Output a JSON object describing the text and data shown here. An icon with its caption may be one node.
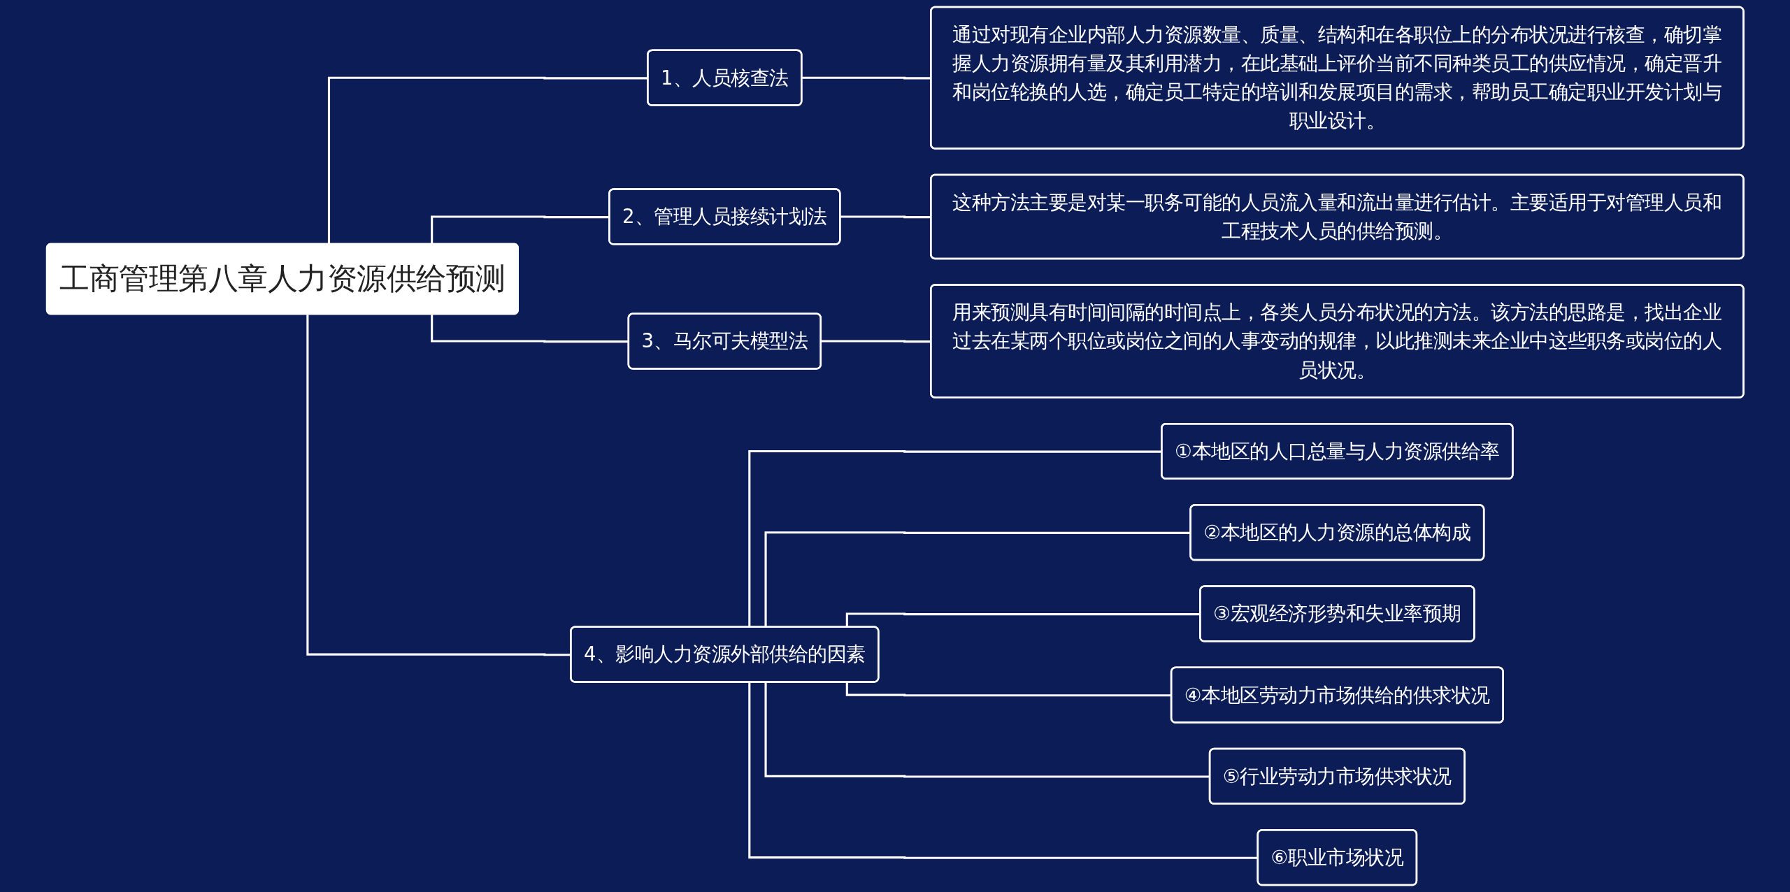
{
  "diagram": {
    "nodes": [
      {
        "text": [
          "工商管理第八章人力资源供给预测"
        ]
      },
      {
        "text": [
          "1、人员核查法"
        ]
      },
      {
        "text": [
          "通过对现有企业内部人力资源数量、质量、结构和在各职位上的分布状况进行核查，确切掌握人力资源拥有量及其利用潜力，在此基础上评价当前不同种类员工的供应情况，确定晋升和岗位轮换的人选，确定员工特定的培训和发展项目的需求，帮助员工确定职业开发计划与职业设计。"
        ]
      },
      {
        "text": [
          "2、管理人员接续计划法"
        ]
      },
      {
        "text": [
          "这种方法主要是对某一职务可能的人员流入量和流出量进行估计。主要适用于对管理人员和工程技术人员的供给预测。"
        ]
      },
      {
        "text": [
          "3、马尔可夫模型法"
        ]
      },
      {
        "text": [
          "用来预测具有时间间隔的时间点上，各类人员分布状况的方法。该方法的思路是，找出企业过去在某两个职位或岗位之间的人事变动的规律，以此推测未来企业中这些职务或岗位的人员状况。"
        ]
      },
      {
        "text": [
          "4、影响人力资源外部供给的因素"
        ]
      },
      {
        "text": [
          "①本地区的人口总量与人力资源供给率"
        ]
      },
      {
        "text": [
          "②本地区的人力资源的总体构成"
        ]
      },
      {
        "text": [
          "③宏观经济形势和失业率预期"
        ]
      },
      {
        "text": [
          "④本地区劳动力市场供给的供求状况"
        ]
      },
      {
        "text": [
          "⑤行业劳动力市场供求状况"
        ]
      },
      {
        "text": [
          "⑥职业市场状况"
        ]
      }
    ],
    "edges": [
      {
        "from": 0,
        "to": 1,
        "arrow": "none"
      },
      {
        "from": 1,
        "to": 2,
        "arrow": "none"
      },
      {
        "from": 0,
        "to": 3,
        "arrow": "none"
      },
      {
        "from": 3,
        "to": 4,
        "arrow": "none"
      },
      {
        "from": 0,
        "to": 5,
        "arrow": "none"
      },
      {
        "from": 5,
        "to": 6,
        "arrow": "none"
      },
      {
        "from": 0,
        "to": 7,
        "arrow": "none"
      },
      {
        "from": 7,
        "to": 8,
        "arrow": "none"
      },
      {
        "from": 7,
        "to": 9,
        "arrow": "none"
      },
      {
        "from": 7,
        "to": 10,
        "arrow": "none"
      },
      {
        "from": 7,
        "to": 11,
        "arrow": "none"
      },
      {
        "from": 7,
        "to": 12,
        "arrow": "none"
      },
      {
        "from": 7,
        "to": 13,
        "arrow": "none"
      }
    ]
  }
}
